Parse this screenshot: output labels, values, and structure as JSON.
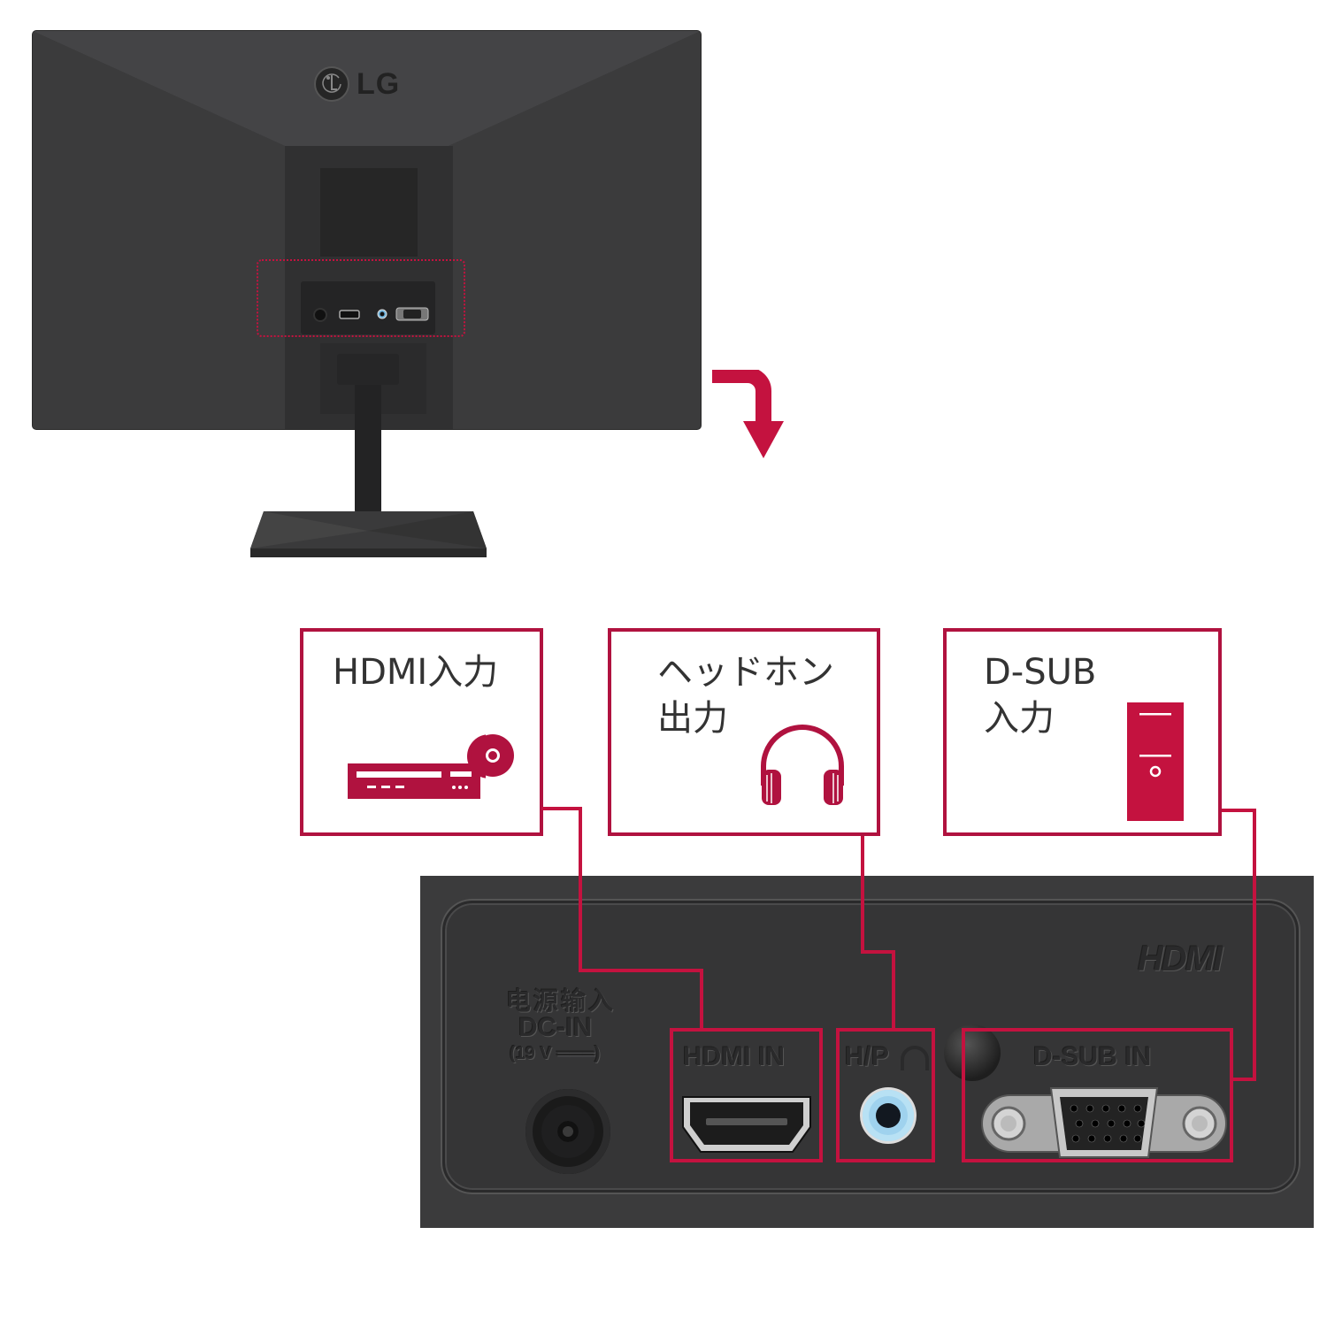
{
  "product": {
    "brand_logo_text": "LG",
    "description": "Monitor rear view with input/output port callouts"
  },
  "colors": {
    "accent": "#c4123f",
    "callout_border": "#b0123f",
    "monitor_body": "#3a3a3b",
    "port_panel": "#353536",
    "headphone_jack": "#9fd2ee",
    "text_dark": "#333333"
  },
  "callouts": [
    {
      "id": "hdmi",
      "title": "HDMI入力",
      "icon": "dvd-player-icon",
      "port_label": "HDMI IN"
    },
    {
      "id": "headphone",
      "title": "ヘッドホン\n出力",
      "icon": "headphones-icon",
      "port_label": "H/P"
    },
    {
      "id": "dsub",
      "title": "D-SUB\n入力",
      "icon": "pc-tower-icon",
      "port_label": "D-SUB IN"
    }
  ],
  "port_panel": {
    "dc_label_cn": "电源输入",
    "dc_label_en": "DC-IN",
    "dc_label_voltage": "(19 V ═══)",
    "hdmi_logo": "HDMI",
    "hdmi_in": "HDMI IN",
    "hp": "H/P",
    "dsub_in": "D-SUB IN"
  }
}
